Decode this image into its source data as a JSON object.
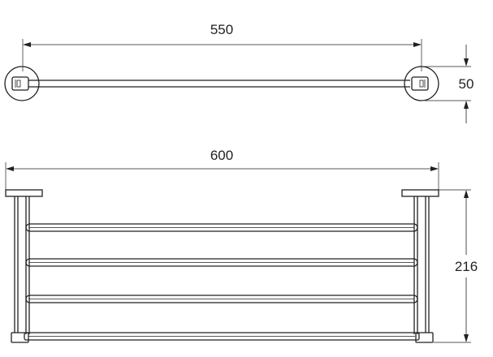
{
  "dimensions": {
    "top_width": "550",
    "mount_diameter": "50",
    "bottom_width": "600",
    "height": "216"
  },
  "colors": {
    "line": "#231f20",
    "background": "#ffffff"
  }
}
